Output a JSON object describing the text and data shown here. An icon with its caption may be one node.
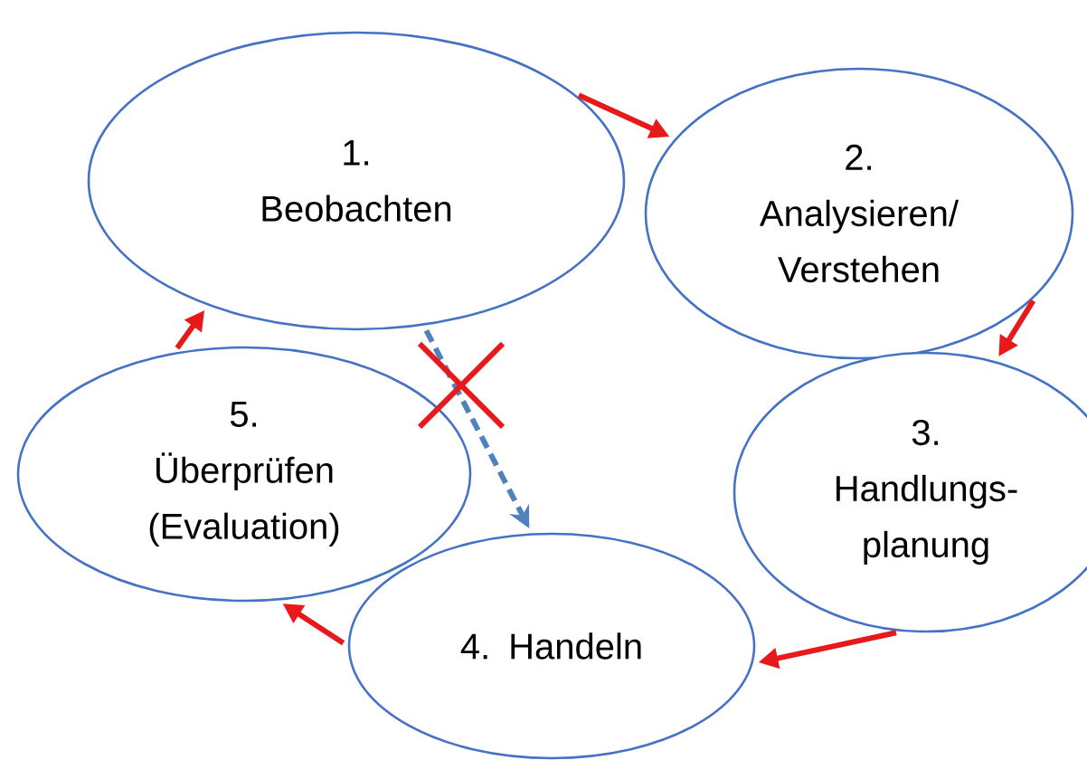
{
  "diagram": {
    "nodes": [
      {
        "text": [
          "1. Beobachten"
        ]
      },
      {
        "text": [
          "2. Analysieren/ Verstehen"
        ]
      },
      {
        "text": [
          "3. Handlungs-planung"
        ]
      },
      {
        "text": [
          "4. Handeln"
        ]
      },
      {
        "text": [
          "5. Überprüfen (Evaluation)"
        ]
      }
    ],
    "edges": [
      {
        "from": 0,
        "to": 1,
        "arrow": "to"
      },
      {
        "from": 1,
        "to": 2,
        "arrow": "to"
      },
      {
        "from": 2,
        "to": 3,
        "arrow": "to"
      },
      {
        "from": 3,
        "to": 4,
        "arrow": "to"
      },
      {
        "from": 4,
        "to": 0,
        "arrow": "to"
      },
      {
        "from": 0,
        "to": 3,
        "arrow": "to",
        "style": "dashed",
        "color": "#4f81bd"
      }
    ]
  }
}
